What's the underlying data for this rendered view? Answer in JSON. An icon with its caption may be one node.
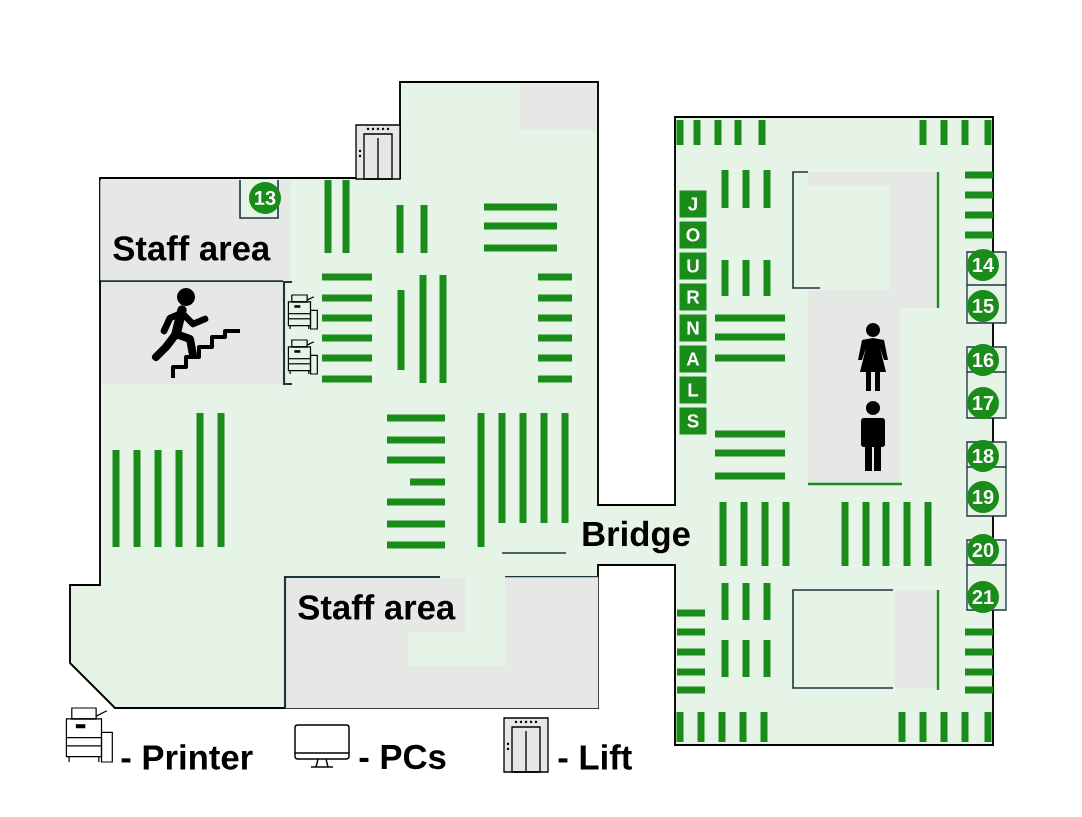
{
  "diagram": {
    "nodes": [
      {
        "text": [
          "Staff area"
        ]
      },
      {
        "text": [
          "13"
        ],
        "in": 0
      },
      {
        "text": [
          "Staff area"
        ]
      },
      {
        "text": [
          "J"
        ]
      },
      {
        "text": [
          "O"
        ]
      },
      {
        "text": [
          "U"
        ]
      },
      {
        "text": [
          "R"
        ]
      },
      {
        "text": [
          "N"
        ]
      },
      {
        "text": [
          "A"
        ]
      },
      {
        "text": [
          "L"
        ]
      },
      {
        "text": [
          "S"
        ]
      },
      {
        "text": [
          "14"
        ]
      },
      {
        "text": [
          "15"
        ]
      },
      {
        "text": [
          "16"
        ]
      },
      {
        "text": [
          "17"
        ]
      },
      {
        "text": [
          "18"
        ]
      },
      {
        "text": [
          "19"
        ]
      },
      {
        "text": [
          "20"
        ]
      },
      {
        "text": [
          "21"
        ]
      }
    ],
    "labels": [
      "Bridge"
    ],
    "legend": [
      {
        "text": "- Printer"
      },
      {
        "text": "- PCs"
      },
      {
        "text": "- Lift"
      }
    ]
  }
}
